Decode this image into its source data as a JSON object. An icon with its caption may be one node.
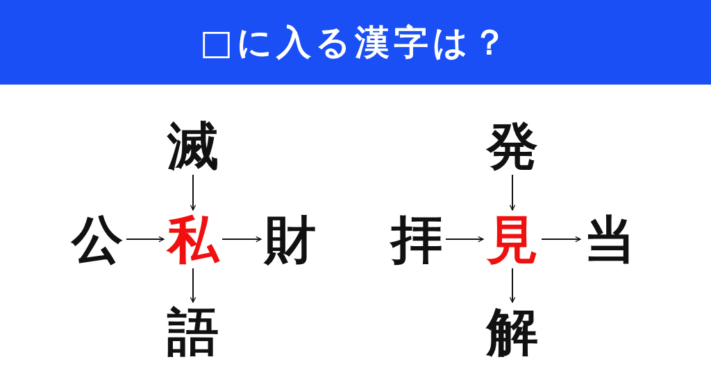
{
  "diagram": {
    "title": "□に入る漢字は？",
    "nodes": [
      {
        "text": [
          "滅"
        ]
      },
      {
        "text": [
          "公"
        ]
      },
      {
        "text": [
          "私"
        ]
      },
      {
        "text": [
          "財"
        ]
      },
      {
        "text": [
          "語"
        ]
      },
      {
        "text": [
          "発"
        ]
      },
      {
        "text": [
          "拝"
        ]
      },
      {
        "text": [
          "見"
        ]
      },
      {
        "text": [
          "当"
        ]
      },
      {
        "text": [
          "解"
        ]
      }
    ],
    "edges": [
      {
        "from": 0,
        "to": 2,
        "arrow": "to"
      },
      {
        "from": 1,
        "to": 2,
        "arrow": "to"
      },
      {
        "from": 2,
        "to": 3,
        "arrow": "to"
      },
      {
        "from": 2,
        "to": 4,
        "arrow": "to"
      },
      {
        "from": 5,
        "to": 7,
        "arrow": "to"
      },
      {
        "from": 6,
        "to": 7,
        "arrow": "to"
      },
      {
        "from": 7,
        "to": 8,
        "arrow": "to"
      },
      {
        "from": 7,
        "to": 9,
        "arrow": "to"
      }
    ]
  }
}
